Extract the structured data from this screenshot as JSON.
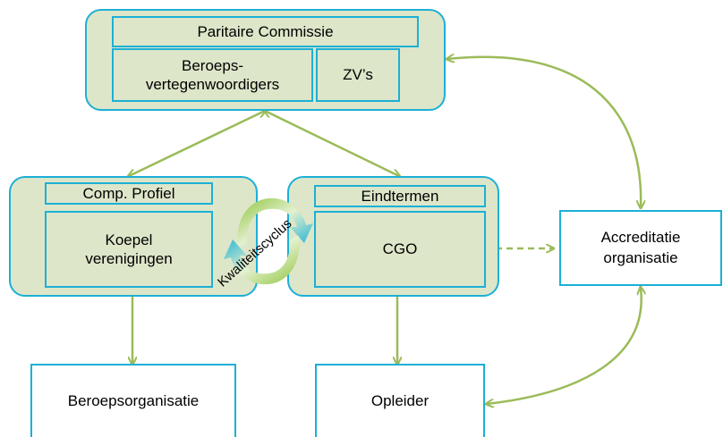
{
  "top_group": {
    "header": "Paritaire Commissie",
    "left": "Beroeps-\nvertegenwoordigers",
    "right": "ZV’s"
  },
  "left_group": {
    "header": "Comp. Profiel",
    "body": "Koepel\nverenigingen"
  },
  "right_group": {
    "header": "Eindtermen",
    "body": "CGO"
  },
  "accreditatie": "Accreditatie\norganisatie",
  "beroepsorganisatie": "Beroepsorganisatie",
  "opleider": "Opleider",
  "cycle_label": "Kwaliteitscyclus",
  "colors": {
    "border": "#1cb0d6",
    "fill": "#dde6c9",
    "arrow": "#9bbb59"
  }
}
